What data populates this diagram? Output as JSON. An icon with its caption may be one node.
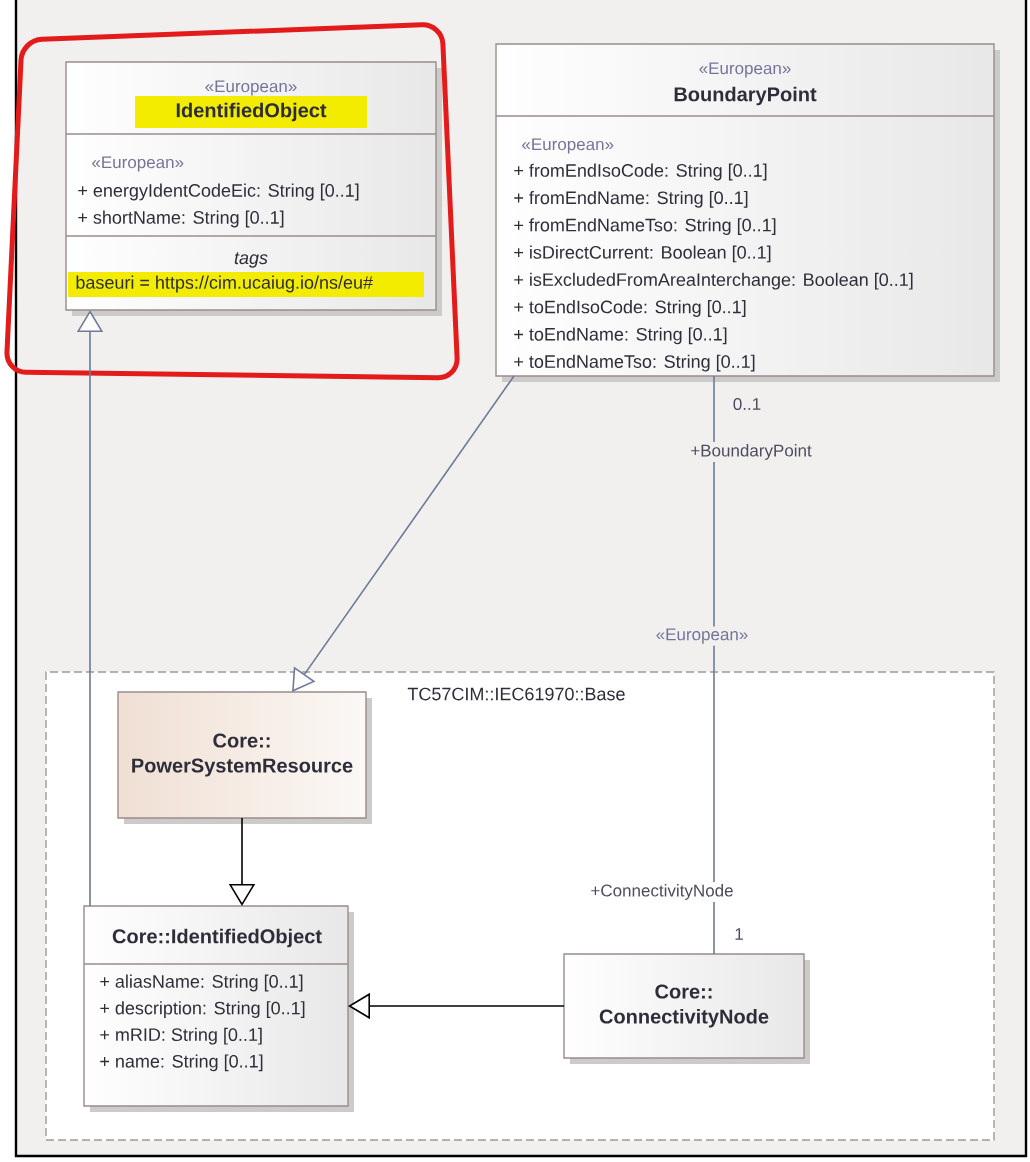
{
  "diagram": {
    "nodes": [
      {
        "text": [
          "«European»",
          "IdentifiedObject",
          "«European»",
          "+ energyIdentCodeEic: String [0..1]",
          "+ shortName: String [0..1]",
          "tags",
          "baseuri = https://cim.ucaiug.io/ns/eu#"
        ]
      },
      {
        "text": [
          "«European»",
          "BoundaryPoint",
          "«European»",
          "+ fromEndIsoCode: String [0..1]",
          "+ fromEndName: String [0..1]",
          "+ fromEndNameTso: String [0..1]",
          "+ isDirectCurrent: Boolean [0..1]",
          "+ isExcludedFromAreaInterchange: Boolean [0..1]",
          "+ toEndIsoCode: String [0..1]",
          "+ toEndName: String [0..1]",
          "+ toEndNameTso: String [0..1]"
        ]
      },
      {
        "text": [
          "TC57CIM::IEC61970::Base"
        ]
      },
      {
        "text": [
          "Core:: PowerSystemResource"
        ],
        "in": 2
      },
      {
        "text": [
          "Core::IdentifiedObject",
          "+ aliasName: String [0..1]",
          "+ description: String [0..1]",
          "+ mRID: String [0..1]",
          "+ name: String [0..1]"
        ],
        "in": 2
      },
      {
        "text": [
          "Core:: ConnectivityNode"
        ],
        "in": 2
      }
    ],
    "edges": [
      {
        "from": 3,
        "to": 4,
        "arrow": "to",
        "color": "#000000"
      },
      {
        "from": 5,
        "to": 4,
        "arrow": "to",
        "color": "#000000"
      },
      {
        "from": 1,
        "to": 3,
        "arrow": "to"
      },
      {
        "from": 4,
        "to": 0,
        "arrow": "to"
      },
      {
        "from": 1,
        "to": 5,
        "arrow": "none",
        "label": "«European»"
      }
    ],
    "labels": [
      "0..1",
      "+BoundaryPoint",
      "+ConnectivityNode",
      "1"
    ]
  }
}
